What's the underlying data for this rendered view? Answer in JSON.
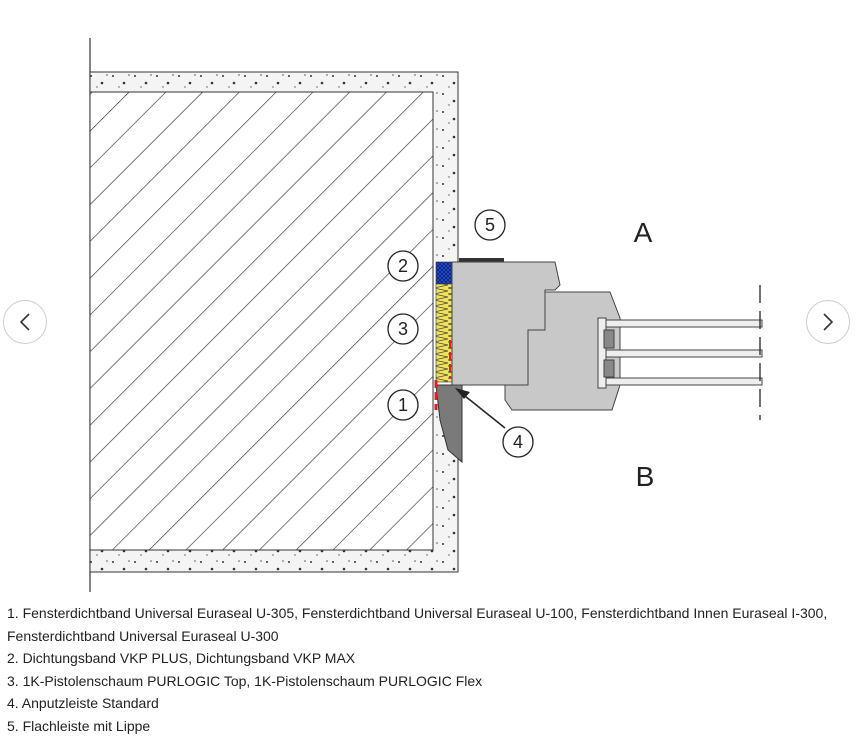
{
  "diagram": {
    "markers": [
      "1",
      "2",
      "3",
      "4",
      "5"
    ],
    "side_labels": {
      "top": "A",
      "bottom": "B"
    },
    "colors": {
      "seal_blue": "#1f4fd6",
      "foam_yellow": "#f2e25a",
      "tape_red": "#e02020",
      "frame_gray": "#c8c8c8",
      "plaster_dark": "#7a7a7a"
    }
  },
  "carousel": {
    "prev_icon": "chevron-left-icon",
    "next_icon": "chevron-right-icon"
  },
  "caption": [
    "1. Fensterdichtband Universal Euraseal U-305, Fensterdichtband Universal Euraseal U-100, Fensterdichtband Innen Euraseal I-300,",
    "Fensterdichtband Universal Euraseal U-300",
    "2. Dichtungsband VKP PLUS, Dichtungsband VKP MAX",
    "3. 1K-Pistolenschaum PURLOGIC Top, 1K-Pistolenschaum PURLOGIC Flex",
    "4. Anputzleiste Standard",
    "5. Flachleiste mit Lippe"
  ]
}
